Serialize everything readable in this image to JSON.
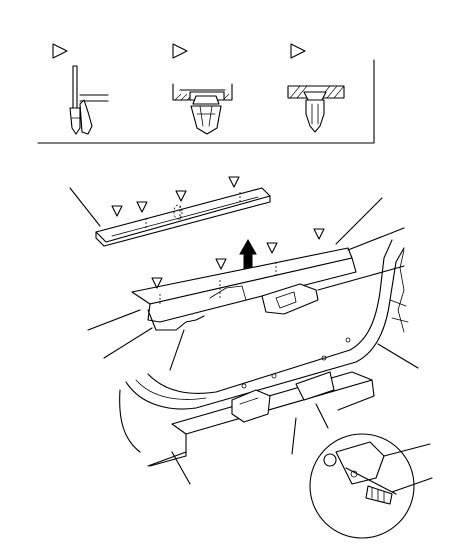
{
  "diagram": {
    "inset_panel": {
      "clip_types": [
        "clip-type-a",
        "clip-type-b",
        "clip-type-c"
      ]
    },
    "callout_count": 12,
    "accent_color": "#000000"
  }
}
